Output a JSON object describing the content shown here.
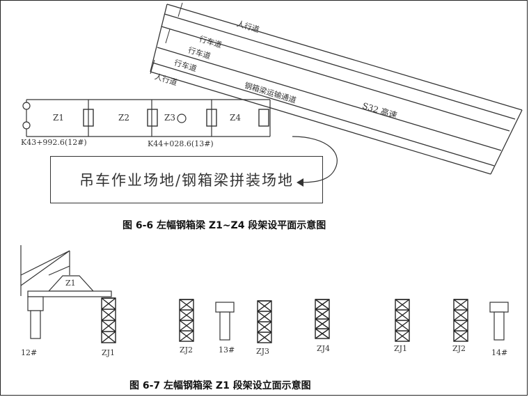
{
  "fig66": {
    "caption": "图 6-6  左幅钢箱梁 Z1~Z4 段架设平面示意图",
    "lane_top": "人行道",
    "lane_mid1": "行车道",
    "lane_mid2": "行车道",
    "lane_mid3": "行车道",
    "lane_bottom": "人行道",
    "highway_label": "S32 高速",
    "diag_note": "钢箱梁运输通道",
    "segments": [
      "Z1",
      "Z2",
      "Z3",
      "Z4"
    ],
    "station_left": "K43+992.6(12#)",
    "station_right": "K44+028.6(13#)",
    "site_box": "吊车作业场地/钢箱梁拼装场地"
  },
  "fig67": {
    "caption": "图 6-7   左幅钢箱梁 Z1 段架设立面示意图",
    "segment_label": "Z1",
    "supports": [
      "12#",
      "ZJ1",
      "ZJ2",
      "13#",
      "ZJ3",
      "ZJ4",
      "ZJ1",
      "ZJ2",
      "14#"
    ]
  }
}
